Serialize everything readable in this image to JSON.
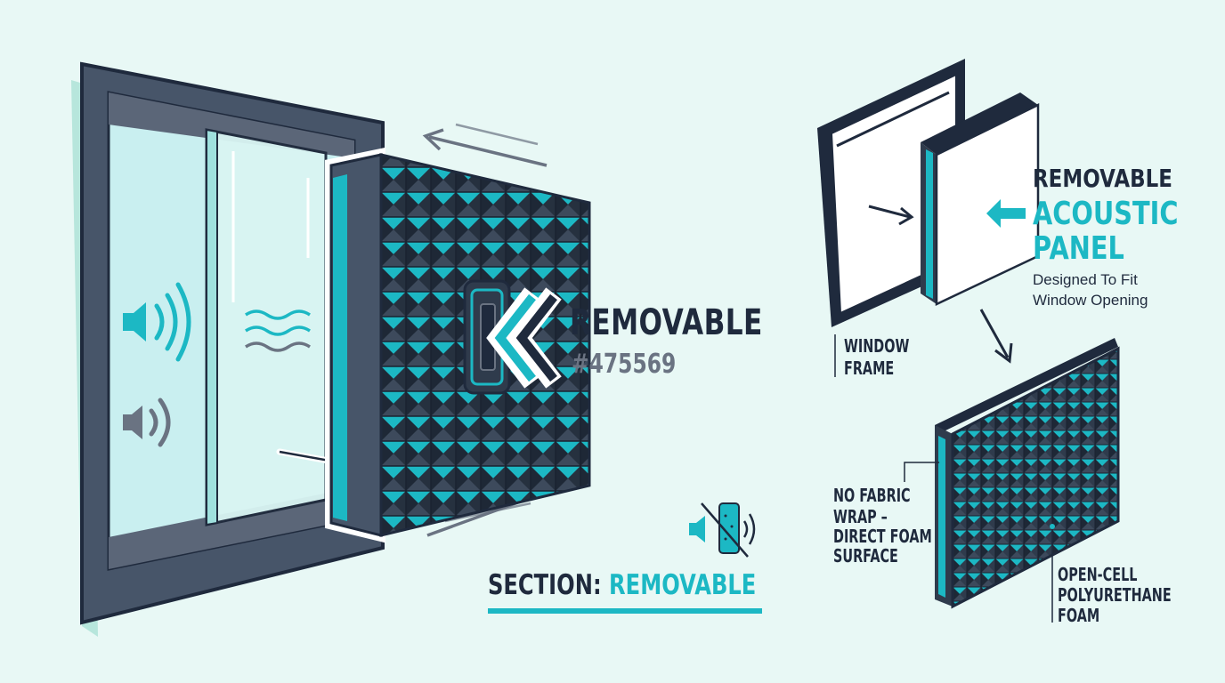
{
  "main_callout": {
    "label": "REMOVABLE",
    "code": "#475569"
  },
  "section": {
    "prefix": "SECTION:",
    "value": "REMOVABLE"
  },
  "side_title": {
    "line1": "REMOVABLE",
    "line2": "ACOUSTIC",
    "line3": "PANEL",
    "sub1": "Designed To Fit",
    "sub2": "Window Opening"
  },
  "frame_label": {
    "line1": "WINDOW",
    "line2": "FRAME"
  },
  "fabric_note": {
    "line1": "NO FABRIC",
    "line2": "WRAP –",
    "line3": "DIRECT FOAM",
    "line4": "SURFACE"
  },
  "foam_note": {
    "line1": "OPEN-CELL",
    "line2": "POLYURETHANE",
    "line3": "FOAM"
  },
  "colors": {
    "background": "#e8f8f5",
    "dark": "#1f2a3d",
    "slate": "#475569",
    "teal": "#1cb8c4",
    "foam_dark": "#2d3748"
  },
  "icons": {
    "speaker_loud": "speaker-waves-icon",
    "speaker_soft": "speaker-waves-icon",
    "sound_wave": "wave-lines-icon",
    "handle": "handle-icon",
    "double_chevron": "double-chevron-left-icon",
    "muted": "muted-speaker-icon",
    "arrow_left_teal": "arrow-left-icon"
  }
}
